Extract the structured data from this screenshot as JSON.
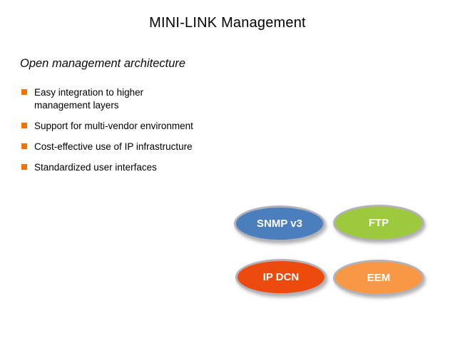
{
  "slide": {
    "title": "MINI-LINK Management",
    "subtitle": "Open management architecture",
    "bullet_color": "#F07305",
    "text_color": "#000000",
    "bullets": [
      "Easy integration to higher\nmanagement layers",
      "Support for multi-vendor environment",
      "Cost-effective use of IP infrastructure",
      "Standardized user interfaces"
    ],
    "ellipses": [
      {
        "label": "SNMP v3",
        "color": "#4A7EBD"
      },
      {
        "label": "FTP",
        "color": "#9DC93C"
      },
      {
        "label": "IP DCN",
        "color": "#ED4A0D"
      },
      {
        "label": "EEM",
        "color": "#F89845"
      }
    ],
    "ellipse_border_color": "#B2B2B8",
    "ellipse_text_color": "#FFFFFF"
  }
}
